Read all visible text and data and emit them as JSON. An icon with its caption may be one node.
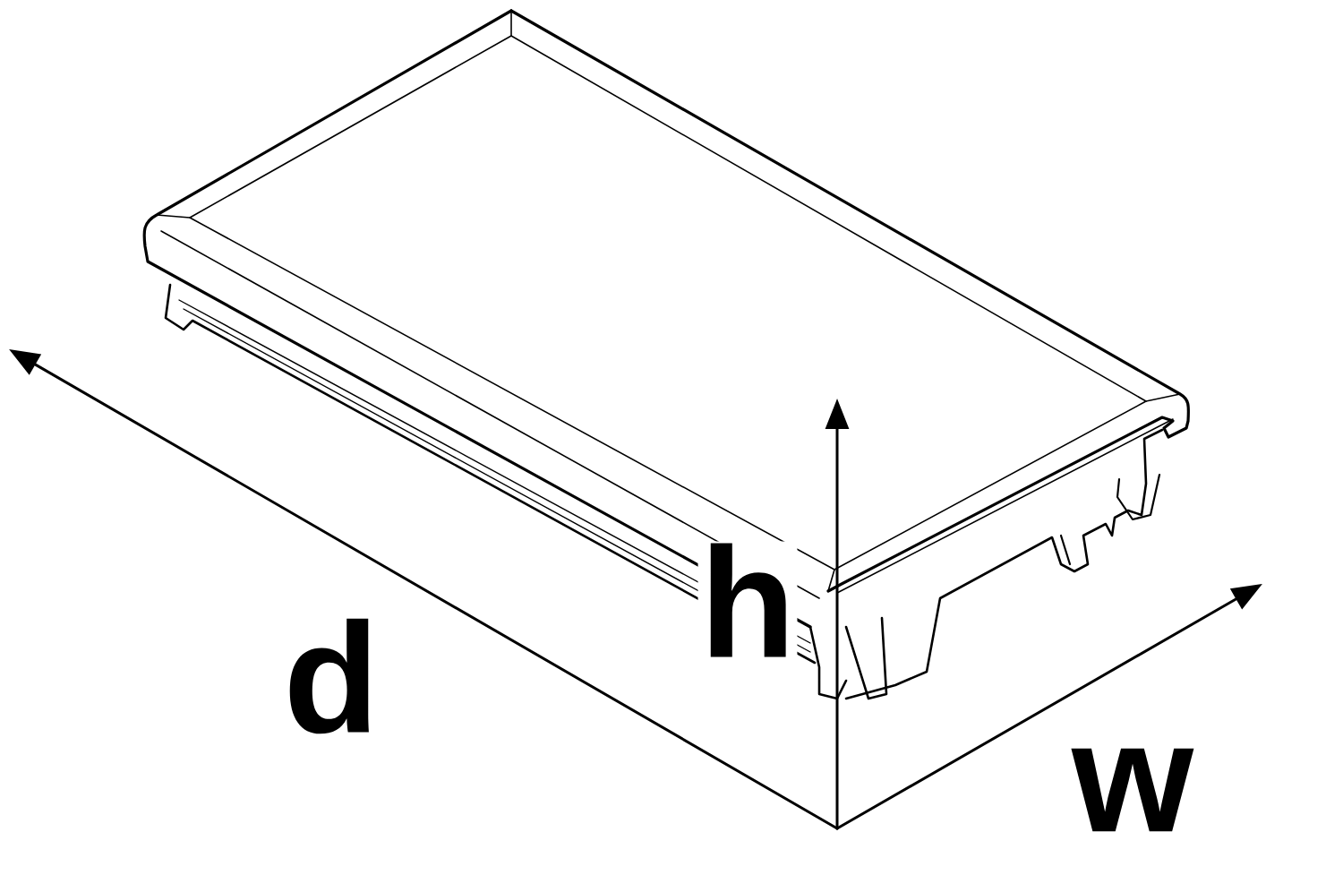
{
  "diagram": {
    "labels": [
      "h",
      "d",
      "w"
    ]
  }
}
